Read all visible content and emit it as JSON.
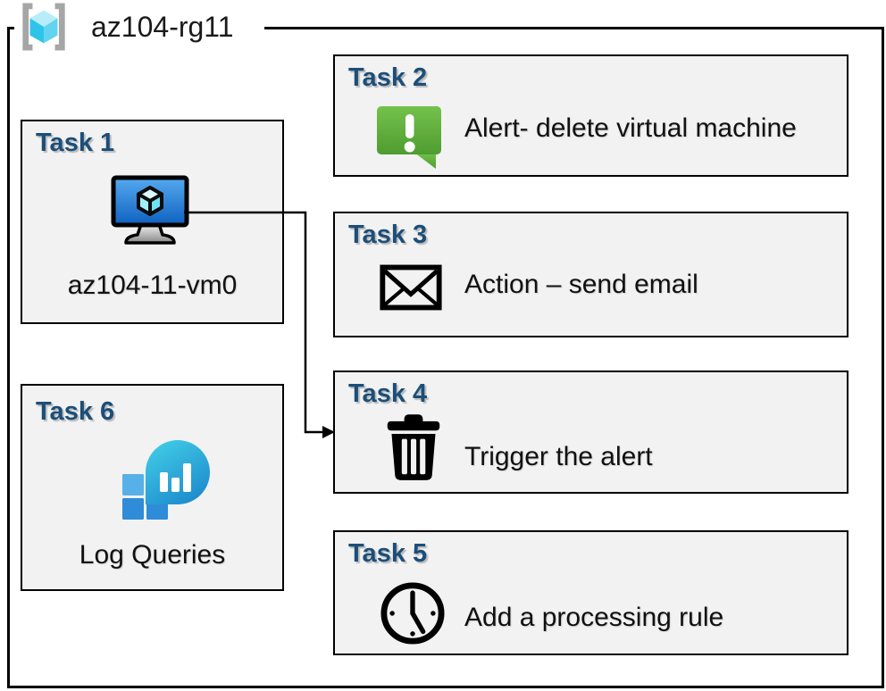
{
  "diagram": {
    "resource_group": {
      "label": "az104-rg11",
      "icon": "resource-group-icon"
    },
    "tasks": [
      {
        "id": "task1",
        "title": "Task 1",
        "label": "az104-11-vm0",
        "icon": "virtual-machine-icon"
      },
      {
        "id": "task2",
        "title": "Task 2",
        "label": "Alert- delete virtual machine",
        "icon": "alert-icon"
      },
      {
        "id": "task3",
        "title": "Task 3",
        "label": "Action – send email",
        "icon": "email-icon"
      },
      {
        "id": "task4",
        "title": "Task 4",
        "label": "Trigger the alert",
        "icon": "trash-icon"
      },
      {
        "id": "task5",
        "title": "Task 5",
        "label": "Add a processing rule",
        "icon": "clock-icon"
      },
      {
        "id": "task6",
        "title": "Task 6",
        "label": "Log Queries",
        "icon": "log-analytics-icon"
      }
    ],
    "connector": {
      "from": "task1 virtual-machine-icon",
      "to": "task4 box",
      "style": "elbow-arrow"
    }
  },
  "colors": {
    "title_color": "#1C4E79",
    "box_fill": "#F2F2F2",
    "border": "#000000",
    "alert_green_top": "#74C24C",
    "alert_green_bottom": "#4F9C30",
    "vm_screen_top": "#55A9F0",
    "vm_screen_bottom": "#0F62BE",
    "log_drop_top": "#41CBE6",
    "log_drop_bottom": "#1B89CC",
    "log_square_light": "#57B0E8",
    "log_square_dark": "#2E8CD8",
    "rg_bracket": "#A6A6A6",
    "rg_cube_top": "#B7EDF9",
    "rg_cube_left": "#2EC4E9",
    "rg_cube_right": "#62D4F1"
  }
}
